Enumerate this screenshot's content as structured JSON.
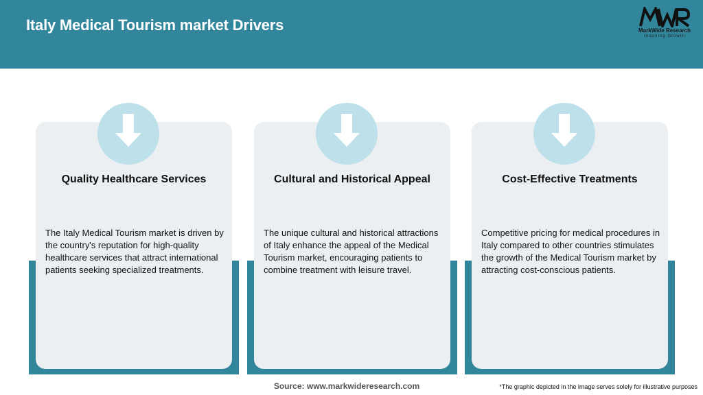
{
  "header": {
    "title": "Italy Medical Tourism market Drivers",
    "background_color": "#31869b"
  },
  "logo": {
    "mark": "MWR",
    "name": "MarkWide Research",
    "tagline": "Inspiring Growth"
  },
  "cards": [
    {
      "icon": "down-arrow-icon",
      "title": "Quality Healthcare Services",
      "text": "The Italy Medical Tourism market is driven by the country's reputation for high-quality healthcare services that attract international patients seeking specialized treatments."
    },
    {
      "icon": "down-arrow-icon",
      "title": "Cultural and Historical Appeal",
      "text": "The unique cultural and historical attractions of Italy enhance the appeal of the Medical Tourism market, encouraging patients to combine treatment with leisure travel."
    },
    {
      "icon": "down-arrow-icon",
      "title": "Cost-Effective Treatments",
      "text": "Competitive pricing for medical procedures in Italy compared to other countries stimulates the growth of the Medical Tourism market by attracting cost-conscious patients."
    }
  ],
  "footer": {
    "source": "Source: www.markwideresearch.com",
    "disclaimer": "*The graphic depicted in the image serves solely for illustrative purposes"
  },
  "colors": {
    "accent": "#31869b",
    "card_bg": "#ebeff2",
    "icon_circle": "#bde0ea"
  }
}
